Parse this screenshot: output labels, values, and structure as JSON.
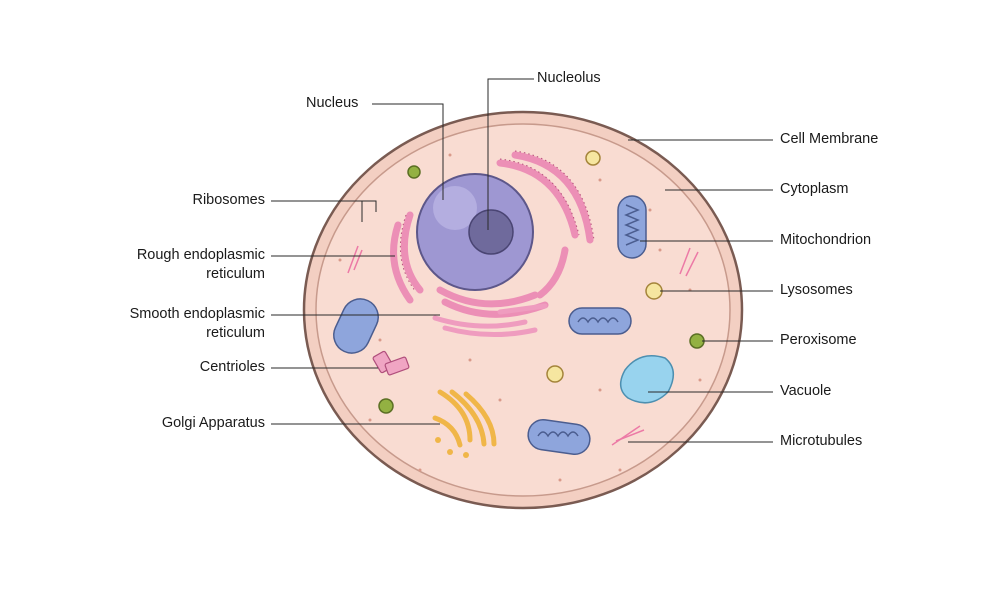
{
  "diagram": {
    "colors": {
      "membrane": "#a07b6f",
      "cytoplasm": "#f8d7cc",
      "nucleus": "#a59ed6",
      "nucleolus": "#6c6797",
      "er": "#f1a6c6",
      "mitochondria": "#8fa6dc",
      "golgi": "#f4c062",
      "vacuole": "#9ad5ee",
      "peroxisome": "#8faf3e",
      "lysosome": "#f6e6a0",
      "line": "#1a1a1a"
    },
    "labels": {
      "nucleus": "Nucleus",
      "nucleolus": "Nucleolus",
      "ribosomes": "Ribosomes",
      "rough_er": [
        "Rough endoplasmic",
        "reticulum"
      ],
      "smooth_er": [
        "Smooth endoplasmic",
        "reticulum"
      ],
      "centrioles": "Centrioles",
      "golgi": "Golgi Apparatus",
      "cell_membrane": "Cell Membrane",
      "cytoplasm": "Cytoplasm",
      "mitochondrion": "Mitochondrion",
      "lysosomes": "Lysosomes",
      "peroxisome": "Peroxisome",
      "vacuole": "Vacuole",
      "microtubules": "Microtubules"
    }
  }
}
